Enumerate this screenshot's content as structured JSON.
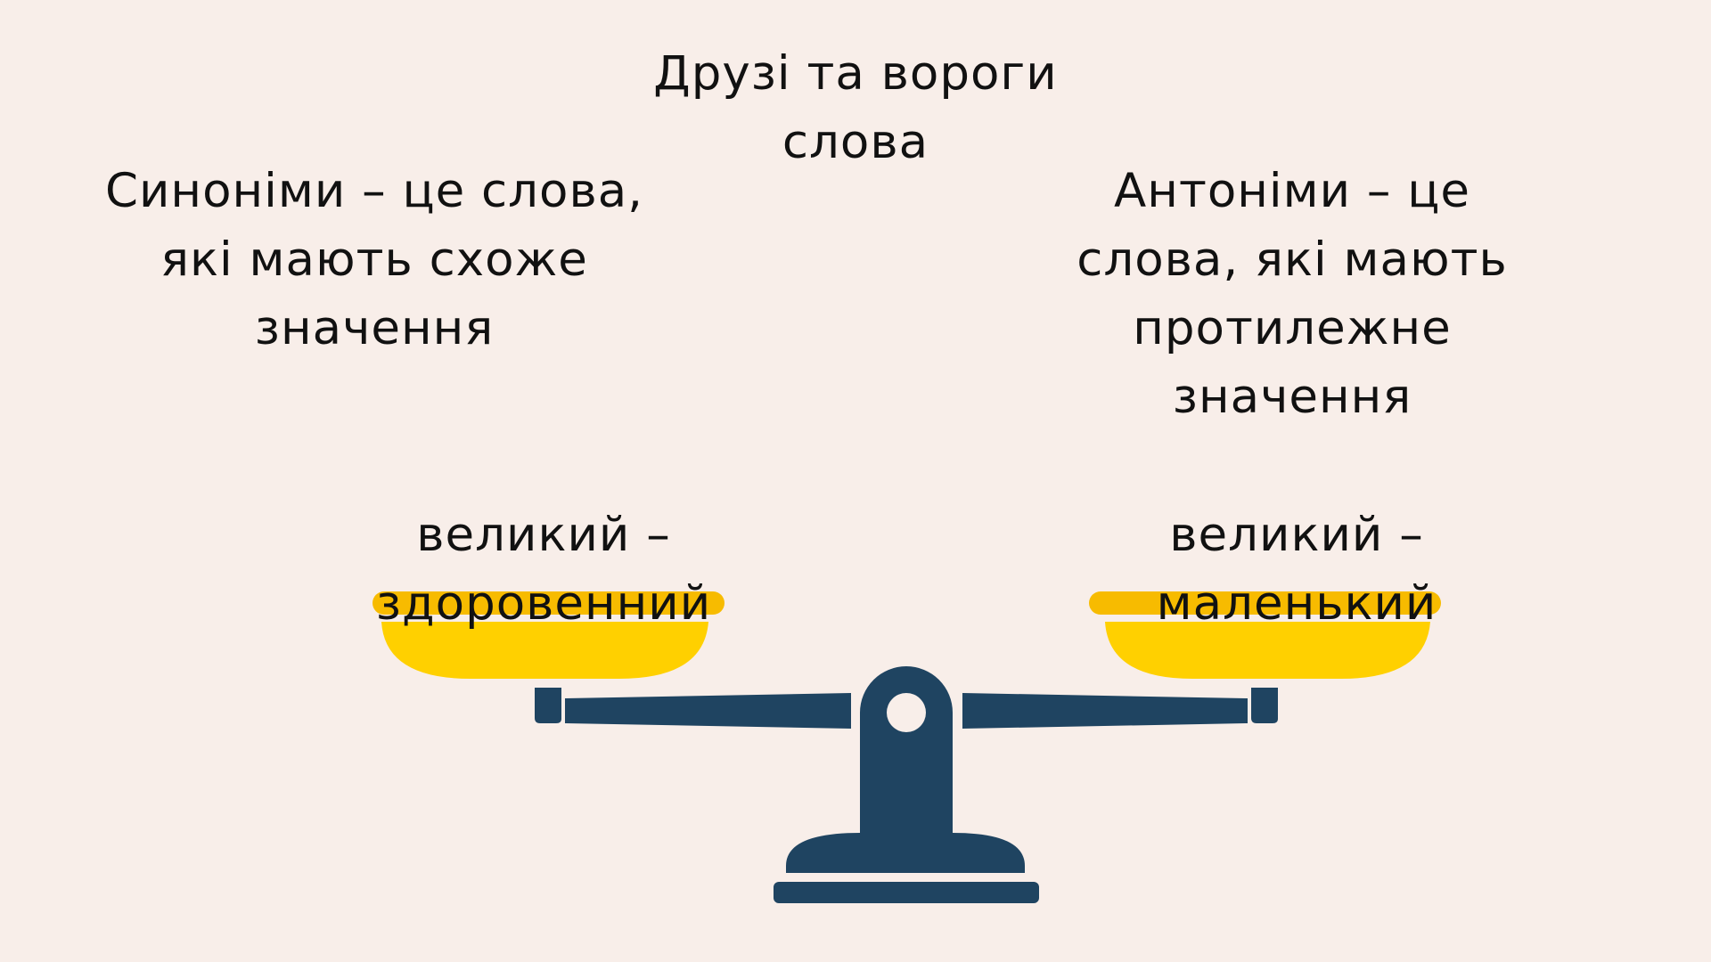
{
  "slide": {
    "title": "Друзі та вороги слова",
    "synonyms": {
      "definition": "Синоніми – це слова, які мають схоже значення",
      "example": "великий – здоровенний"
    },
    "antonyms": {
      "definition": "Антоніми – це слова, які мають протилежне значення",
      "example": "великий – маленький"
    }
  },
  "illustration": {
    "icon": "balance-scale-icon",
    "colors": {
      "background": "#f8eee9",
      "pan": "#ffd000",
      "pan_rim": "#f7bb00",
      "frame": "#1f4461"
    }
  }
}
